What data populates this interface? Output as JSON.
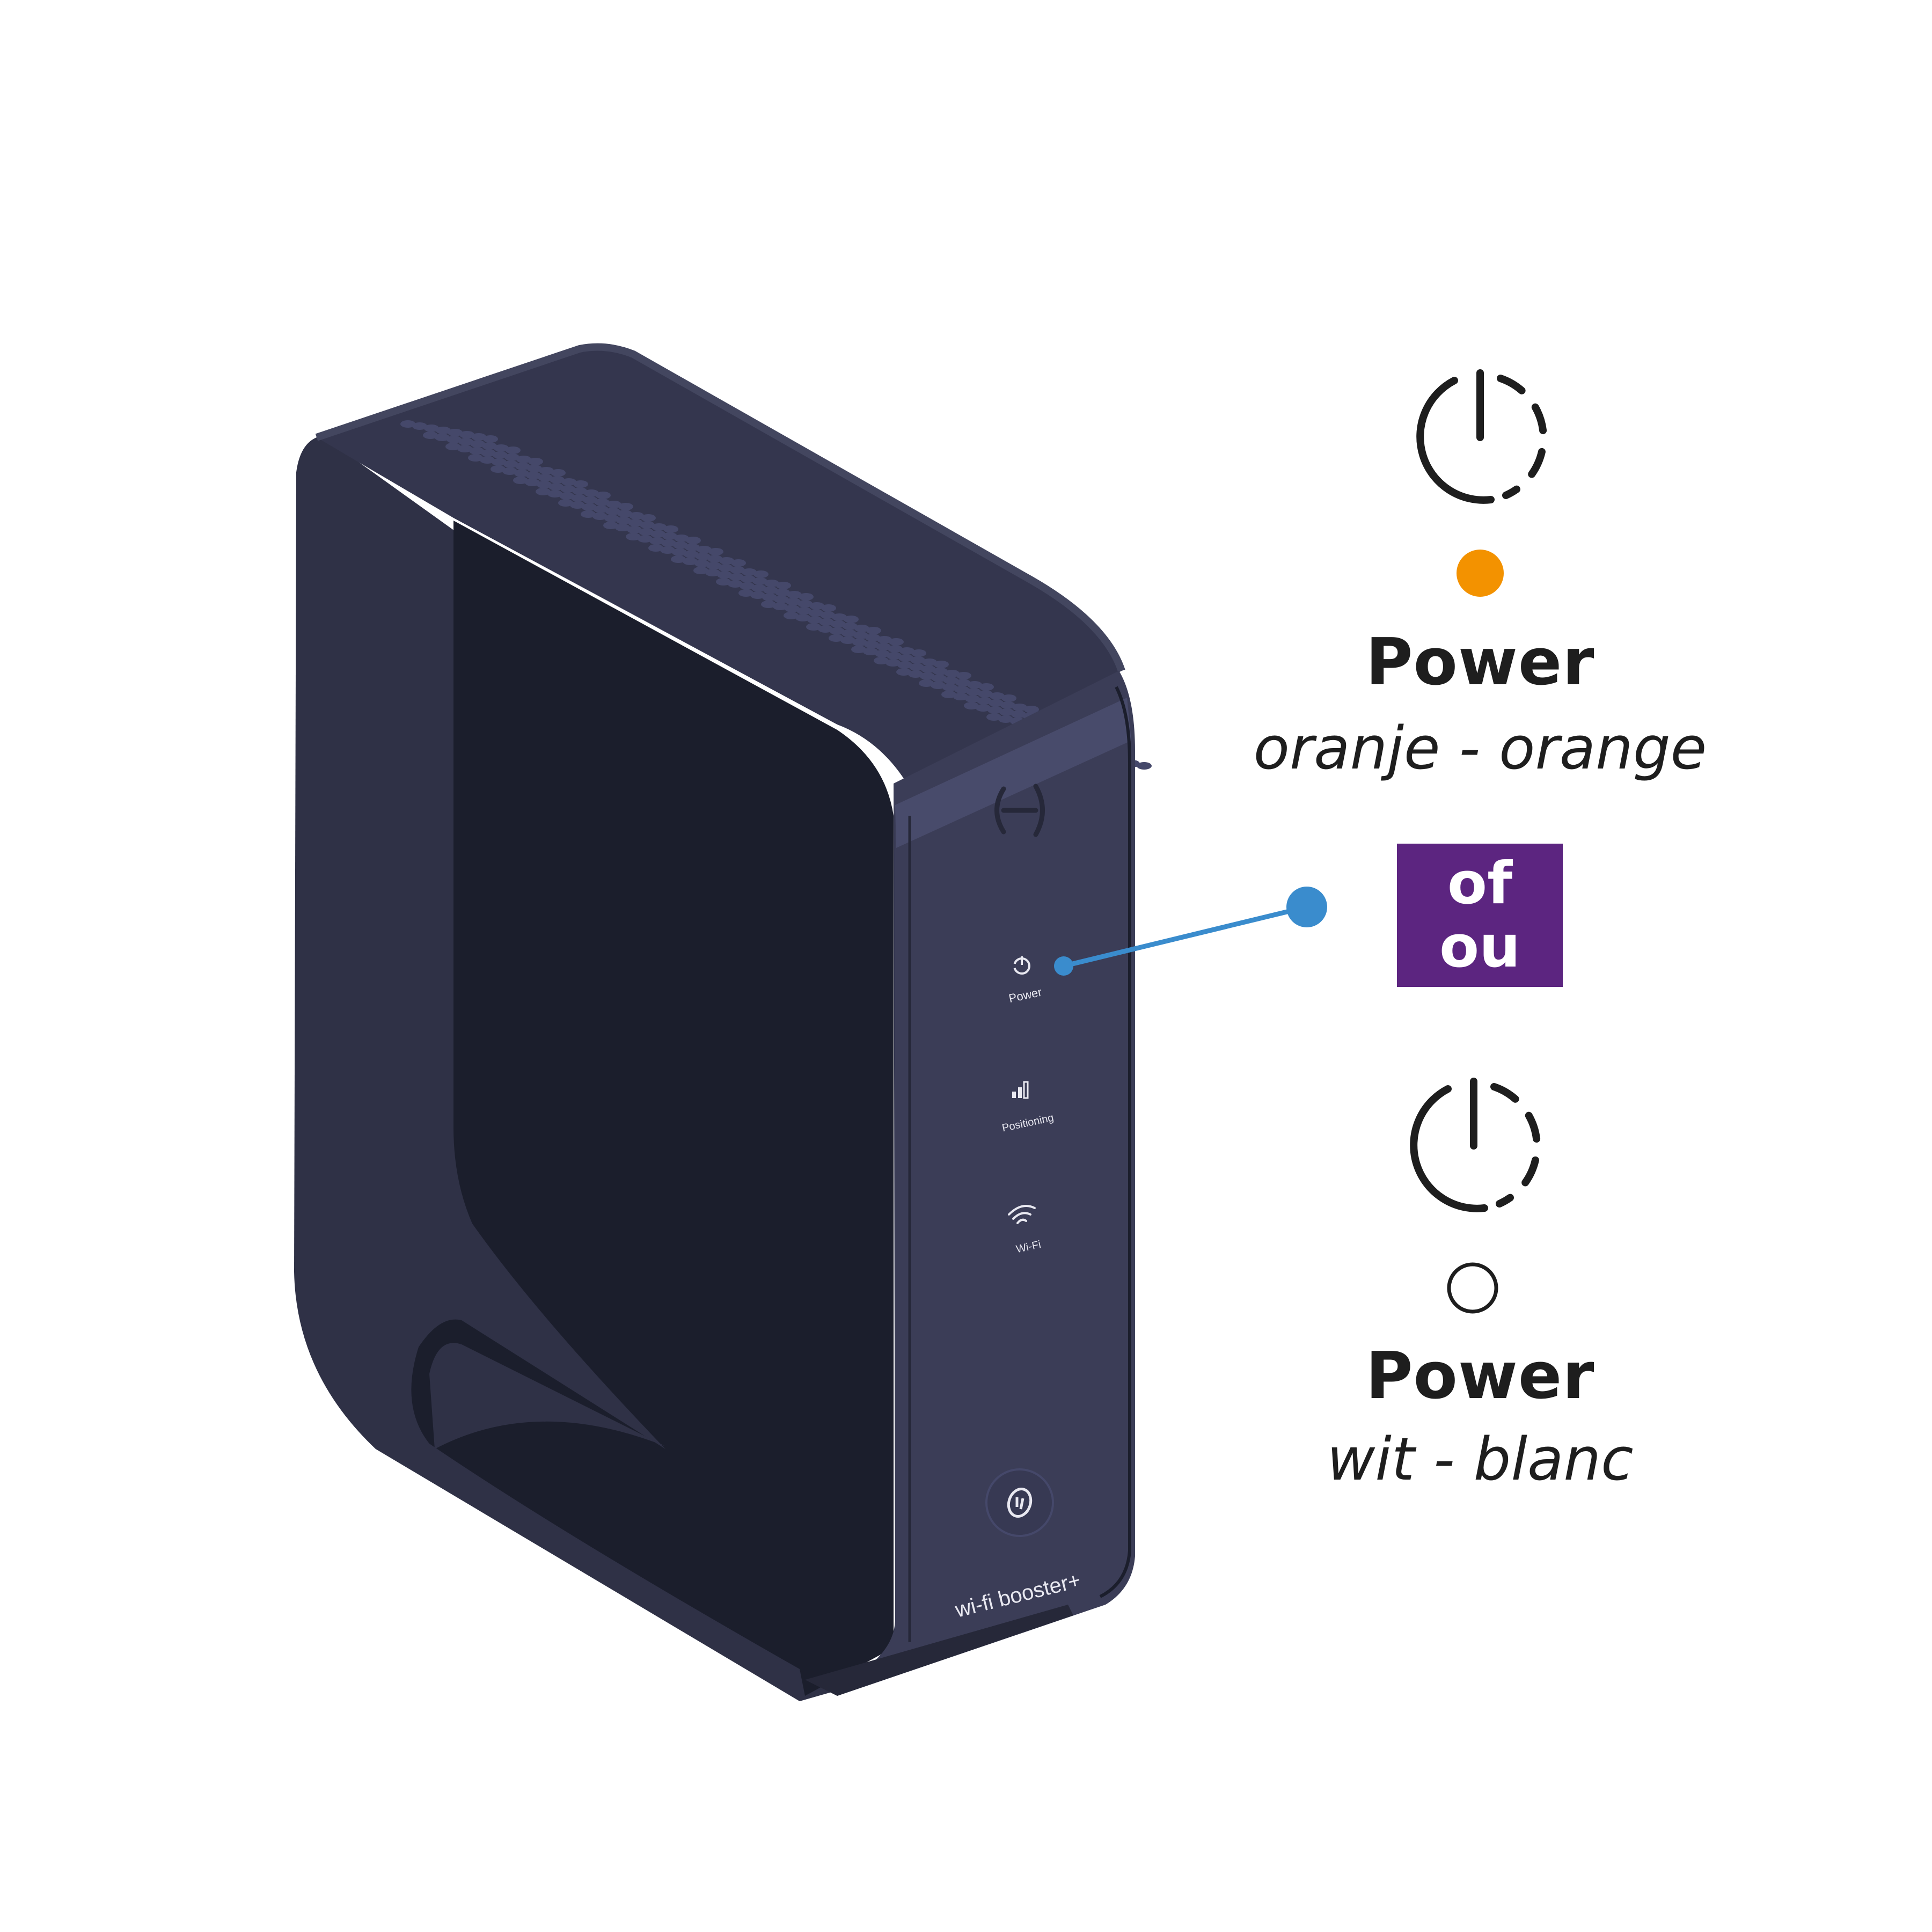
{
  "device": {
    "product_label": "wi-fi booster+",
    "leds": [
      {
        "label": "Power",
        "icon": "power-icon"
      },
      {
        "label": "Positioning",
        "icon": "signal-bars-icon"
      },
      {
        "label": "Wi-Fi",
        "icon": "wifi-icon"
      }
    ],
    "button_icon": "pairing-button-icon",
    "logo_icon": "brand-logo-icon",
    "colors": {
      "body_dark": "#1b1e2c",
      "body_side": "#2f3146",
      "front_panel": "#3b3d57",
      "top_grille": "#34364e"
    }
  },
  "callout": {
    "color": "#3a8ccd"
  },
  "states": [
    {
      "icon": "power-icon",
      "indicator": "filled-dot",
      "indicator_color": "#f39200",
      "title": "Power",
      "subtitle": "oranje - orange"
    },
    {
      "icon": "power-icon",
      "indicator": "hollow-dot",
      "indicator_color": "#1e1e1e",
      "title": "Power",
      "subtitle": "wit - blanc"
    }
  ],
  "separator": {
    "line1": "of",
    "line2": "ou",
    "color": "#5c2580"
  }
}
